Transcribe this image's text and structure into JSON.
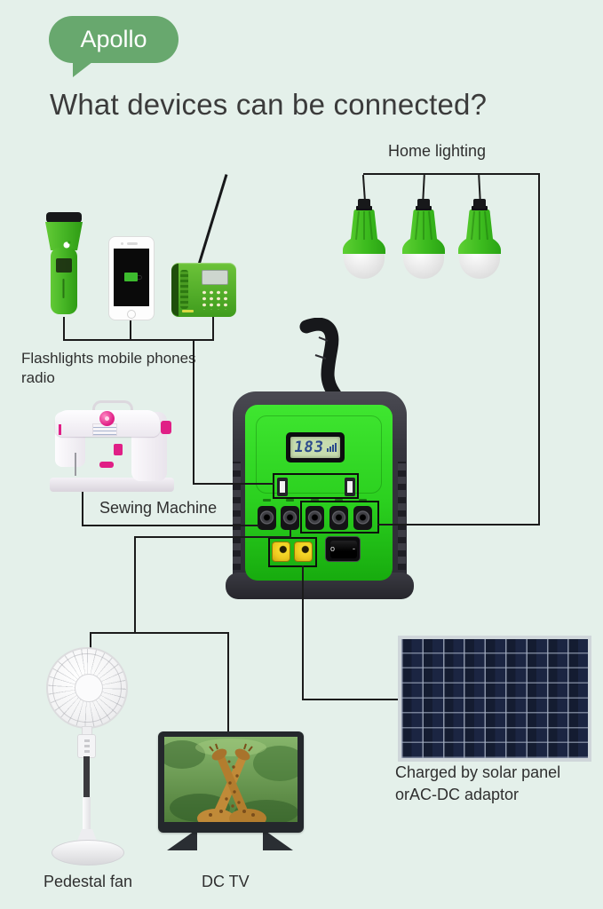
{
  "badge": {
    "label": "Apollo"
  },
  "title": {
    "text": "What devices can be connected?"
  },
  "labels": {
    "home_lighting": "Home lighting",
    "portables_line1": "Flashlights  mobile phones",
    "portables_line2": "radio",
    "sewing_machine": "Sewing Machine",
    "pedestal_fan": "Pedestal fan",
    "dc_tv": "DC TV",
    "solar_line1": "Charged by solar panel",
    "solar_line2": "orAC-DC adaptor"
  },
  "device": {
    "lcd_value": "183",
    "switch_left_mark": "o",
    "switch_right_mark": "-"
  },
  "colors": {
    "background": "#e4f0ea",
    "brand-green": "#68a86e",
    "line": "#1b1b1b",
    "text": "#2f2f2f",
    "title-text": "#3b3b3b",
    "device-green": "#2bd01f",
    "device-frame": "#34343c",
    "terminal-yellow": "#ecc81e",
    "lcd-screen": "#c6dcae",
    "lcd-digits": "#2b4a8c",
    "solar-cell": "#161f36",
    "solar-frame": "#cfd6da",
    "sewing-pink": "#e01f86"
  }
}
